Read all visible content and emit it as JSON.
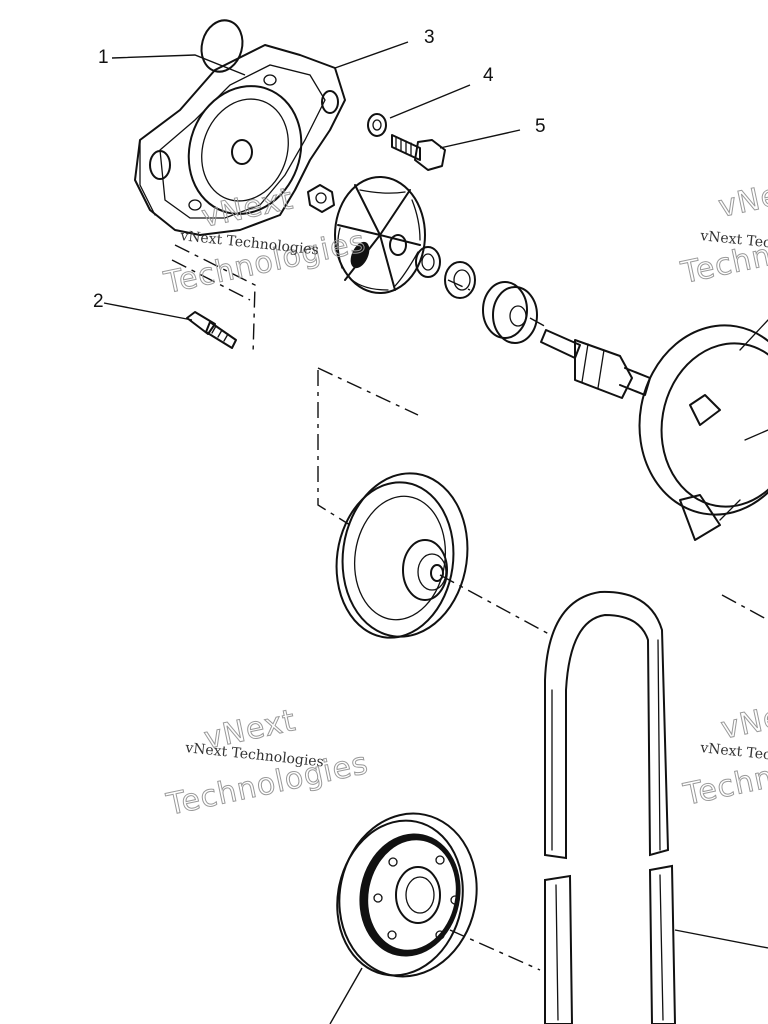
{
  "diagram": {
    "callouts": [
      {
        "id": "1",
        "label": "1"
      },
      {
        "id": "2",
        "label": "2"
      },
      {
        "id": "3",
        "label": "3"
      },
      {
        "id": "4",
        "label": "4"
      },
      {
        "id": "5",
        "label": "5"
      }
    ],
    "watermark": {
      "small_text": "vNext Technologies",
      "big_line1": "vNext",
      "big_line2": "Technologies"
    },
    "colors": {
      "ink": "#111111",
      "background": "#ffffff",
      "watermark": "#9a9a9a"
    }
  }
}
